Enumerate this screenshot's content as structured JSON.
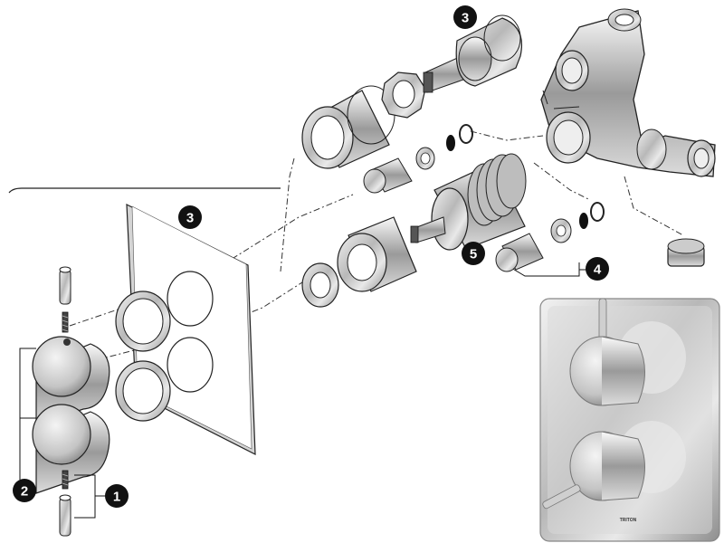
{
  "callouts": [
    {
      "number": "1"
    },
    {
      "number": "2"
    },
    {
      "number": "3"
    },
    {
      "number": "3"
    },
    {
      "number": "4"
    },
    {
      "number": "5"
    }
  ],
  "product_photo": {
    "brand": "TRITON"
  },
  "colors": {
    "line": "#111111",
    "dash": "#333333",
    "callout_fill": "#111111",
    "callout_text": "#ffffff"
  }
}
